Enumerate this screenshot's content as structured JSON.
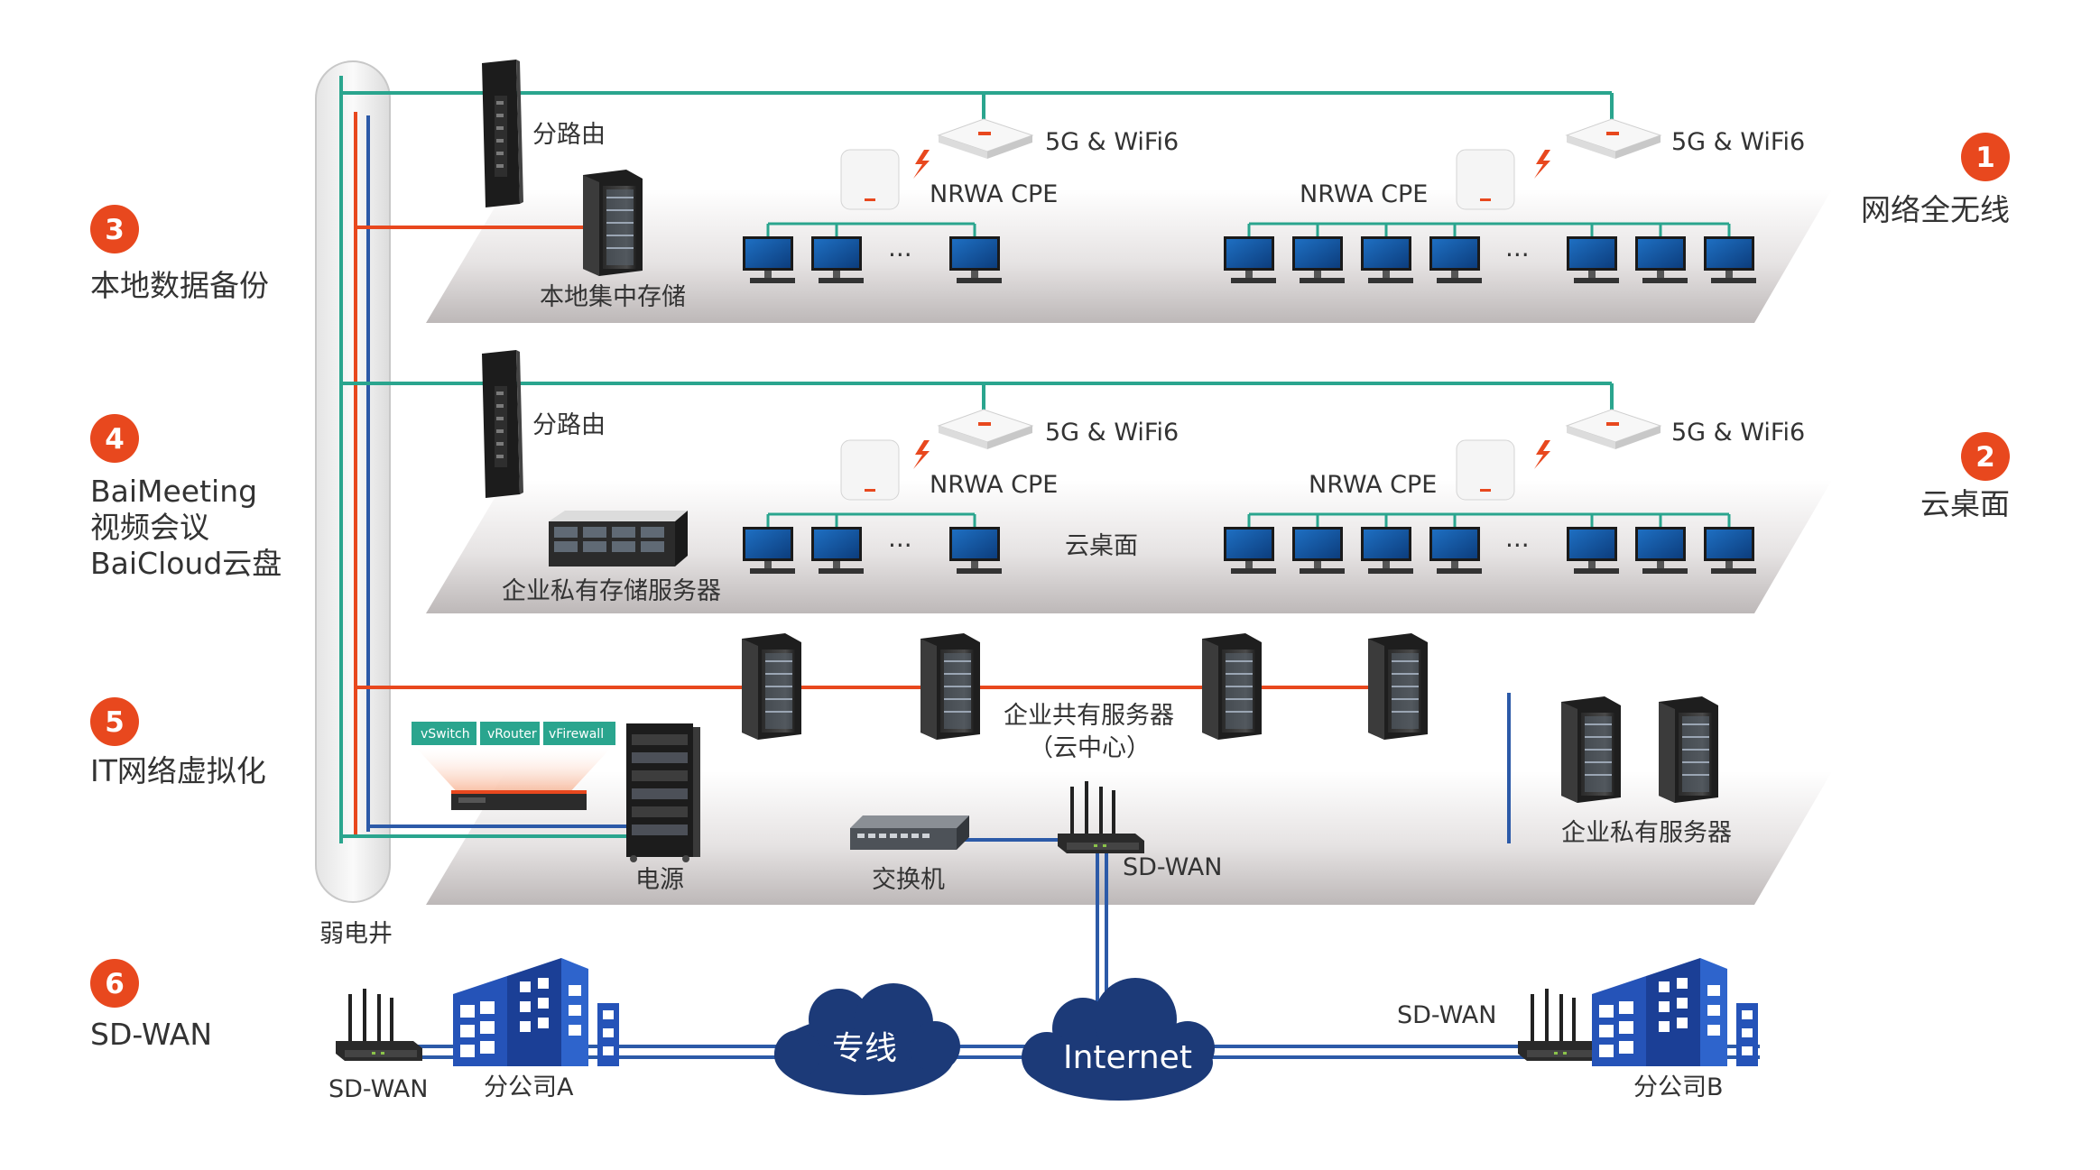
{
  "sections": [
    {
      "number": "1",
      "label": "网络全无线"
    },
    {
      "number": "2",
      "label": "云桌面"
    },
    {
      "number": "3",
      "label": "本地数据备份"
    },
    {
      "number": "4",
      "lines": [
        "BaiMeeting",
        "视频会议",
        "BaiCloud云盘"
      ]
    },
    {
      "number": "5",
      "label": "IT网络虚拟化"
    },
    {
      "number": "6",
      "label": "SD-WAN"
    }
  ],
  "floor1": {
    "router": "分路由",
    "ap_left": "5G & WiFi6",
    "ap_right": "5G & WiFi6",
    "cpe_left": "NRWA CPE",
    "cpe_right": "NRWA CPE",
    "storage": "本地集中存储"
  },
  "floor2": {
    "router": "分路由",
    "ap_left": "5G & WiFi6",
    "ap_right": "5G & WiFi6",
    "cpe_left": "NRWA CPE",
    "cpe_right": "NRWA CPE",
    "desktop": "云桌面",
    "storage": "企业私有存储服务器"
  },
  "floor3": {
    "virt_tags": [
      "vSwitch",
      "vRouter",
      "vFirewall"
    ],
    "shared_servers": "企业共有服务器",
    "cloud_center": "（云中心）",
    "private_servers": "企业私有服务器",
    "power": "电源",
    "switch": "交换机",
    "sdwan": "SD-WAN"
  },
  "shaft": "弱电井",
  "wan": {
    "left_device": "SD-WAN",
    "branch_a": "分公司A",
    "leased_line": "专线",
    "internet": "Internet",
    "right_device": "SD-WAN",
    "branch_b": "分公司B"
  },
  "colors": {
    "accent": "#e8481e",
    "teal": "#2aa58e",
    "blue": "#2c5aa8",
    "navy": "#1c3a78"
  }
}
